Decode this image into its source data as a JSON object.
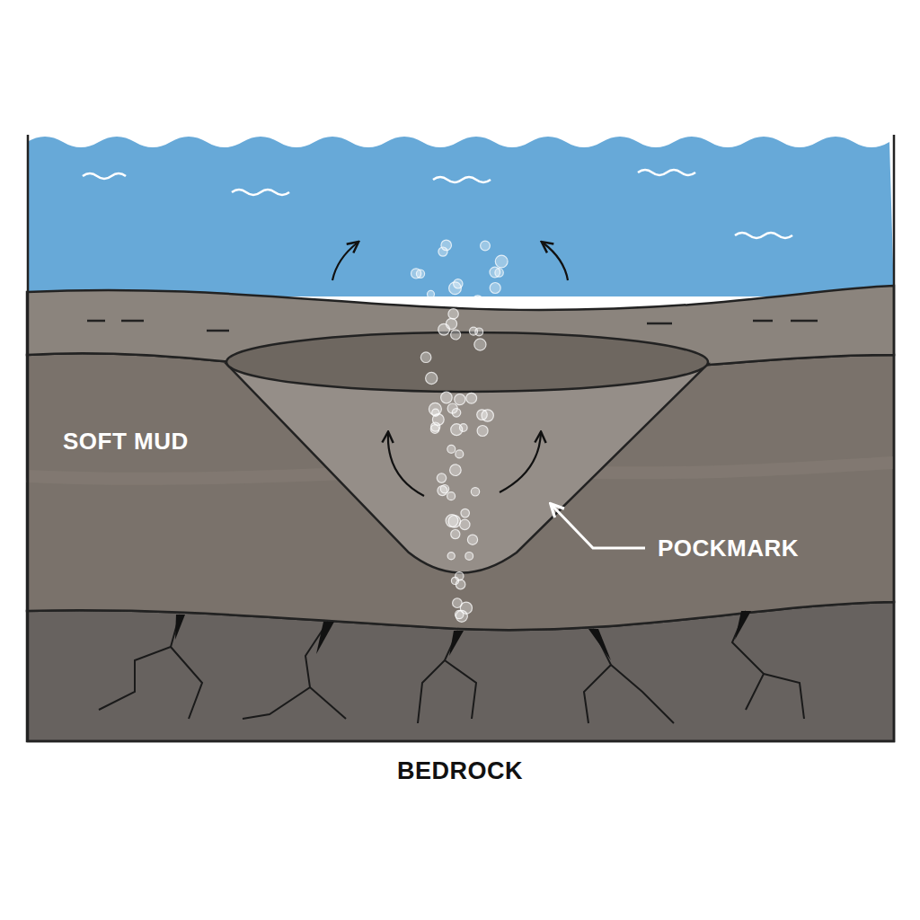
{
  "diagram": {
    "labels": [
      "SOFT MUD",
      "POCKMARK",
      "BEDROCK"
    ]
  }
}
